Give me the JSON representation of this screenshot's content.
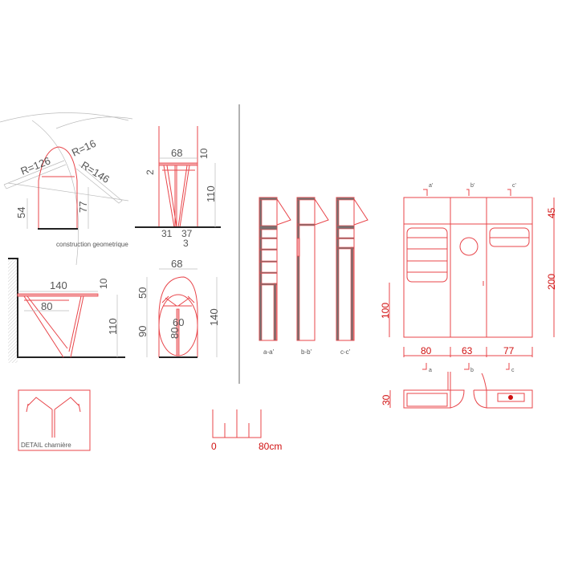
{
  "arch_view": {
    "r126": "R=126",
    "r16": "R=16",
    "r146": "R=146",
    "d54": "54",
    "d77": "77",
    "caption": "construction geometrique"
  },
  "front_view": {
    "d68": "68",
    "d10": "10",
    "d2": "2",
    "d110": "110",
    "d31": "31",
    "d37": "37",
    "d3": "3"
  },
  "side_view": {
    "d140": "140",
    "d80": "80",
    "d10": "10",
    "d110": "110"
  },
  "top_view": {
    "d68": "68",
    "d50": "50",
    "d90": "90",
    "d60": "60",
    "d80": "80",
    "d140": "140"
  },
  "detail": {
    "caption": "DETAIL charnière"
  },
  "scale": {
    "start": "0",
    "end": "80cm"
  },
  "sections": [
    {
      "label": "a-a'"
    },
    {
      "label": "b-b'"
    },
    {
      "label": "c-c'"
    }
  ],
  "elevation": {
    "marks_top": [
      "a'",
      "b'",
      "c'"
    ],
    "marks_bottom": [
      "a",
      "b",
      "c"
    ],
    "h45": "45",
    "h200": "200",
    "h100": "100",
    "w80": "80",
    "w63": "63",
    "w77": "77"
  },
  "plan": {
    "d30": "30"
  },
  "colors": {
    "line": "#e8454a",
    "dim": "#d01010",
    "construction": "#bbbbbb"
  }
}
